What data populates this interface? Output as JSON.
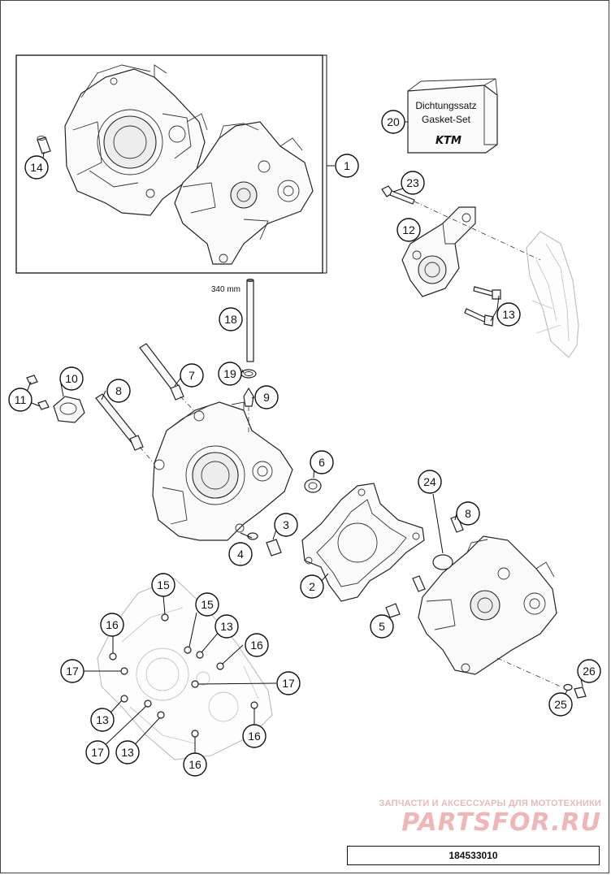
{
  "diagram": {
    "gasket_set_box": {
      "line1": "Dichtungssatz",
      "line2": "Gasket-Set",
      "brand": "KTM"
    },
    "dimension_label": "340 mm",
    "callouts": [
      "1",
      "2",
      "3",
      "4",
      "5",
      "6",
      "7",
      "8",
      "8",
      "9",
      "10",
      "11",
      "12",
      "13",
      "13",
      "13",
      "13",
      "14",
      "15",
      "15",
      "16",
      "16",
      "16",
      "16",
      "17",
      "17",
      "17",
      "18",
      "19",
      "20",
      "23",
      "24",
      "25",
      "26"
    ]
  },
  "watermark": {
    "tagline": "ЗАПЧАСТИ И АКСЕССУАРЫ ДЛЯ МОТОТЕХНИКИ",
    "logo": "PARTSFOR.RU"
  },
  "part_number": "184533010",
  "colors": {
    "line": "#111111",
    "watermark": "#f0b5b5",
    "ghost_part": "#bbbbbb"
  }
}
